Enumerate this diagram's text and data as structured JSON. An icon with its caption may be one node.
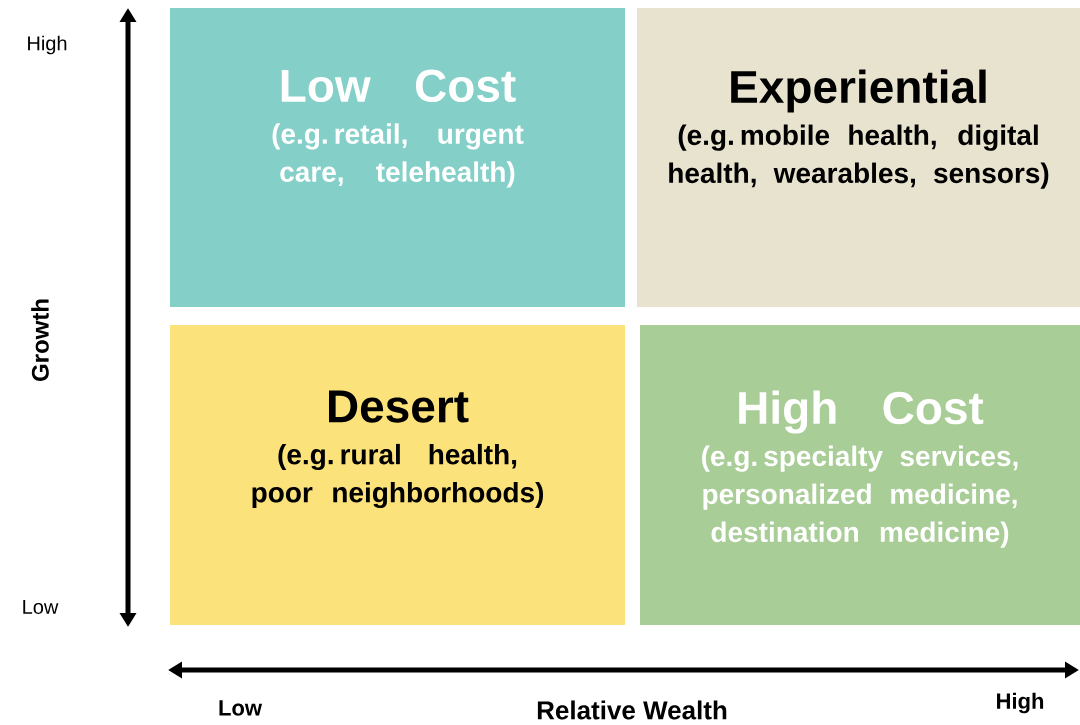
{
  "diagram": {
    "nodes": [
      {
        "text": [
          "Low Cost",
          "(e.g. retail, urgent care, telehealth)"
        ]
      },
      {
        "text": [
          "Experiential",
          "(e.g. mobile health, digital health, wearables, sensors)"
        ]
      },
      {
        "text": [
          "Desert",
          "(e.g. rural health, poor neighborhoods)"
        ]
      },
      {
        "text": [
          "High Cost",
          "(e.g. specialty services, personalized medicine, destination medicine)"
        ]
      }
    ],
    "edges": [],
    "labels": [
      "High",
      "Growth",
      "Low",
      "Low",
      "Relative Wealth",
      "High"
    ]
  }
}
